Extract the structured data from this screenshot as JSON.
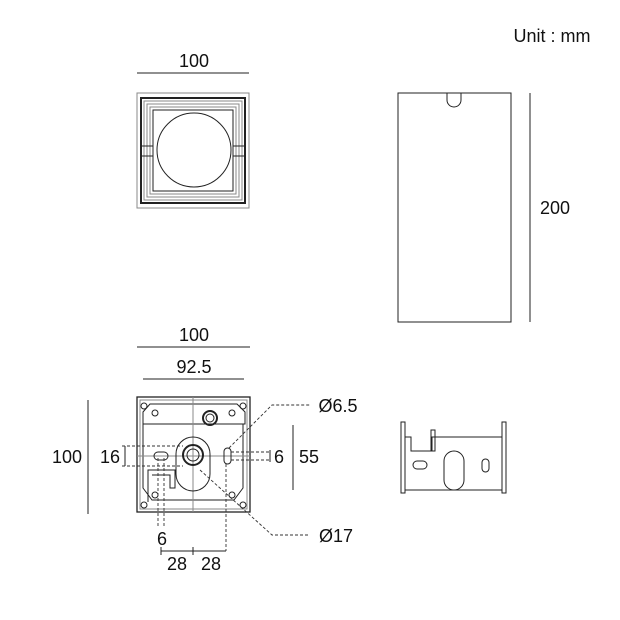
{
  "unit_label": "Unit : mm",
  "top_view": {
    "width_dim": "100"
  },
  "side_view": {
    "height_dim": "200"
  },
  "back_view": {
    "width_dim": "100",
    "inner_width_dim": "92.5",
    "height_dim": "100",
    "slot_height_dim": "16",
    "slot_width_right_dim": "6",
    "plate_height_dim": "55",
    "screw_hole_dim": "Ø6.5",
    "center_hole_dim": "Ø17",
    "slot_width_bottom_dim": "6",
    "offset_left_dim": "28",
    "offset_right_dim": "28"
  }
}
